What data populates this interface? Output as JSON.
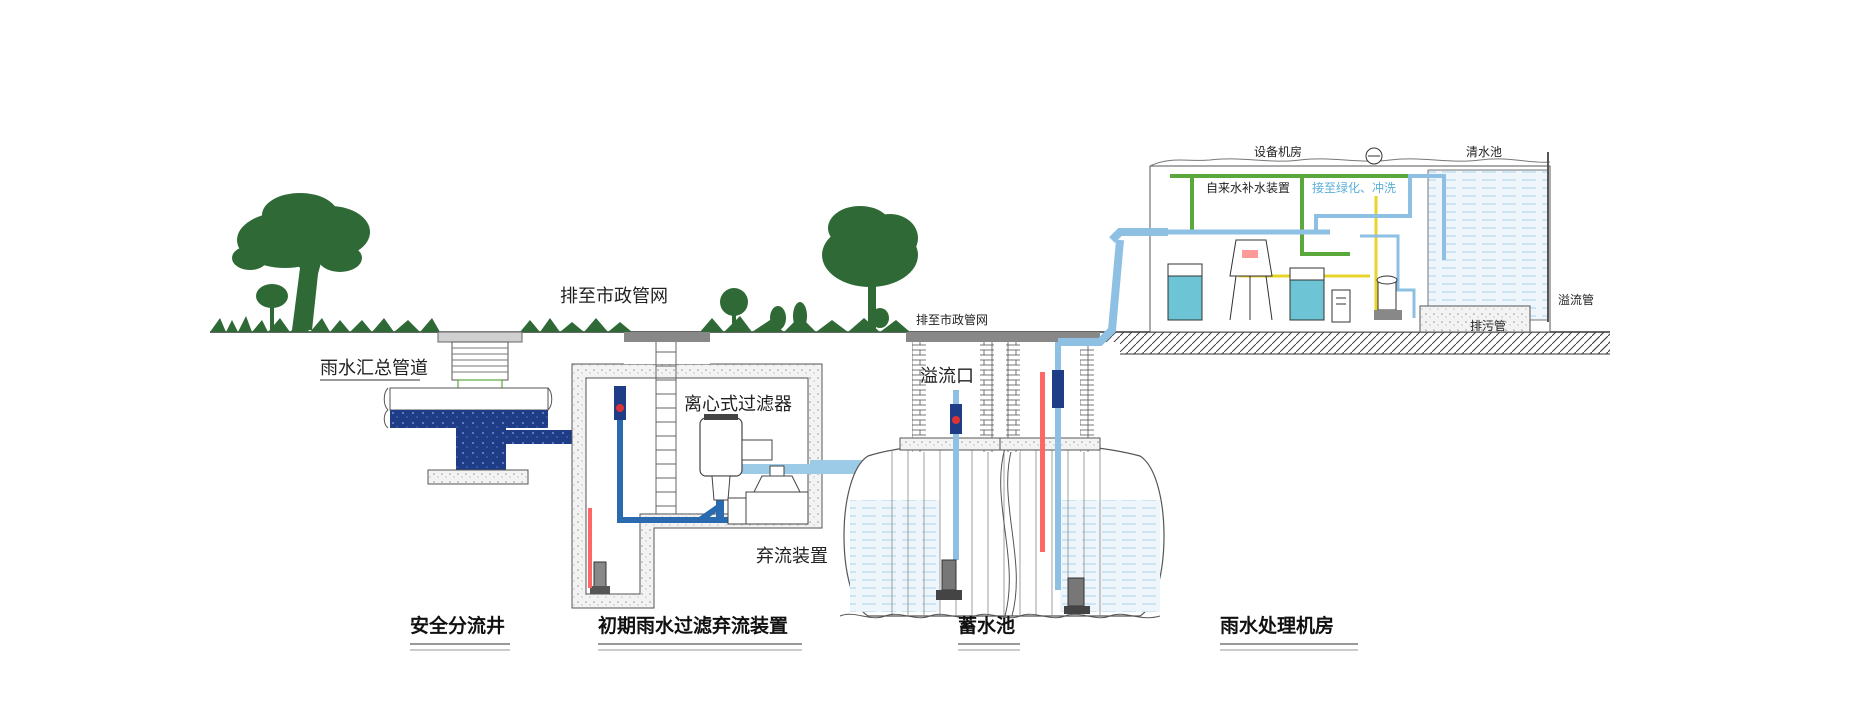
{
  "colors": {
    "tree": "#2f6a36",
    "pipe_dark": "#1f3f80",
    "pipe_light": "#8ec0e4",
    "water": "#e9f3fa",
    "concrete": "#f2f2f2",
    "green_pipe": "#5aa83c",
    "yellow_pipe": "#e6d42a",
    "overflow_red": "#ff6666"
  },
  "labels": {
    "main_pipe": "雨水汇总管道",
    "to_municipal_1": "排至市政管网",
    "to_municipal_2": "排至市政管网",
    "centrifugal_filter": "离心式过滤器",
    "overflow_outlet": "溢流口",
    "diversion_device": "弃流装置",
    "equipment_room": "设备机房",
    "clear_water_tank": "清水池",
    "tap_water_supplement": "自来水补水装置",
    "to_green_flush": "接至绿化、冲洗",
    "overflow_pipe": "溢流管",
    "sewage_pipe": "排污管"
  },
  "sections": [
    {
      "id": "safety-diversion-well",
      "label": "安全分流井"
    },
    {
      "id": "initial-rain-filter",
      "label": "初期雨水过滤弃流装置"
    },
    {
      "id": "storage-tank",
      "label": "蓄水池"
    },
    {
      "id": "rainwater-treatment-room",
      "label": "雨水处理机房"
    }
  ],
  "icons": [
    "tree-icon",
    "pump-icon",
    "valve-icon",
    "ladder-icon",
    "ventilator-icon"
  ]
}
